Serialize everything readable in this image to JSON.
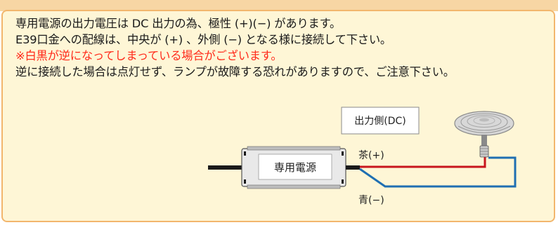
{
  "notice": {
    "lines": [
      "専用電源の出力電圧は DC 出力の為、極性 (+)(−) があります。",
      "E39口金への配線は、中央が (+) 、外側 (−) となる様に接続して下さい。",
      "※白黒が逆になってしまっている場合がございます。",
      "逆に接続した場合は点灯せず、ランプが故障する恐れがありますので、ご注意下さい。"
    ]
  },
  "diagram": {
    "output_side_label": "出力側(DC)",
    "power_supply_label": "専用電源",
    "positive_wire_label": "茶(+)",
    "negative_wire_label": "青(−)",
    "positive_wire_color": "#c8161d",
    "negative_wire_color": "#1f6fb2",
    "supply_color": "#e9e9e9"
  }
}
